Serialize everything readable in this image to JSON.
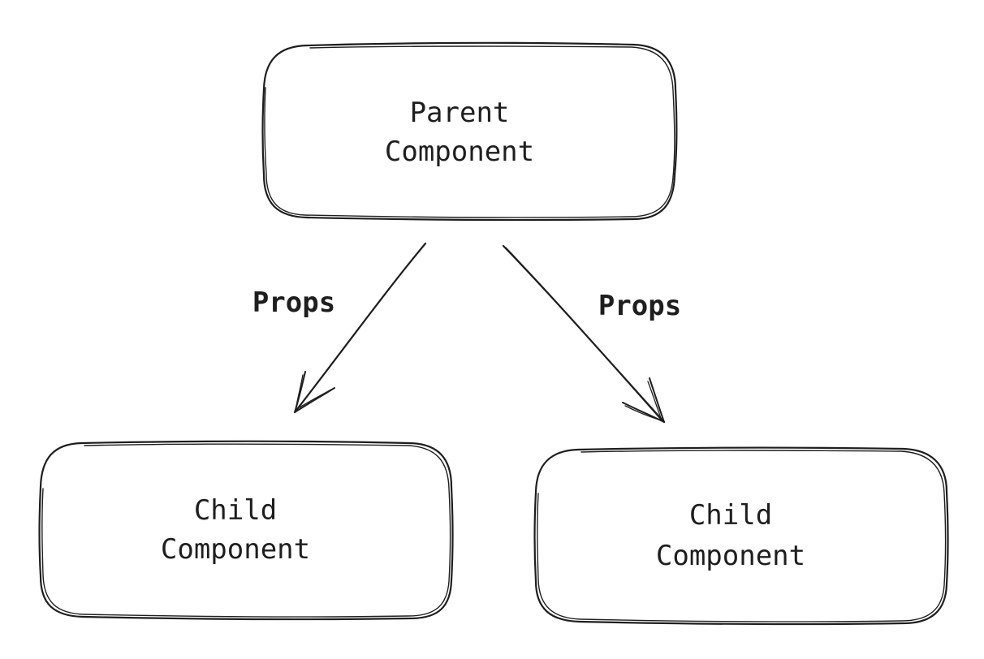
{
  "nodes": {
    "parent": {
      "line1": "Parent",
      "line2": "Component"
    },
    "child_left": {
      "line1": "Child",
      "line2": "Component"
    },
    "child_right": {
      "line1": "Child",
      "line2": "Component"
    }
  },
  "edges": {
    "left": {
      "label": "Props"
    },
    "right": {
      "label": "Props"
    }
  },
  "colors": {
    "stroke": "#1e1e1e",
    "background": "#ffffff"
  }
}
